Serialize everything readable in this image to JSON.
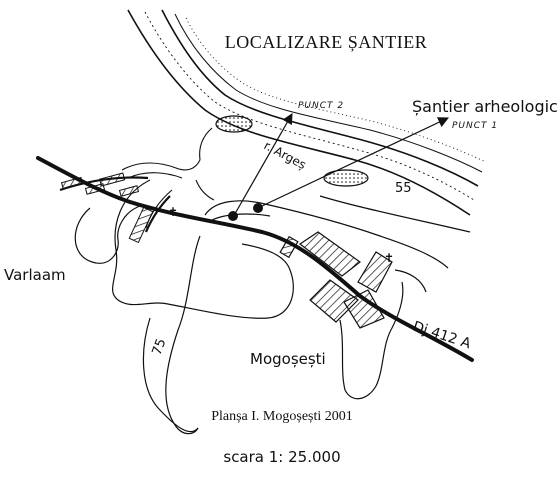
{
  "map": {
    "title": "LOCALIZARE ȘANTIER",
    "plate_caption": "Planșa I. Mogoșești 2001",
    "scale_text": "scara 1: 25.000",
    "site_label": "Șantier arheologic",
    "point_1_label": "PUNCT 1",
    "point_2_label": "PUNCT 2",
    "river_label": "r. Argeș",
    "road_label": "Dj 412 A",
    "contour_55": "55",
    "contour_75": "75",
    "places": {
      "varlaam": "Varlaam",
      "mogosesti": "Mogoșești"
    }
  }
}
